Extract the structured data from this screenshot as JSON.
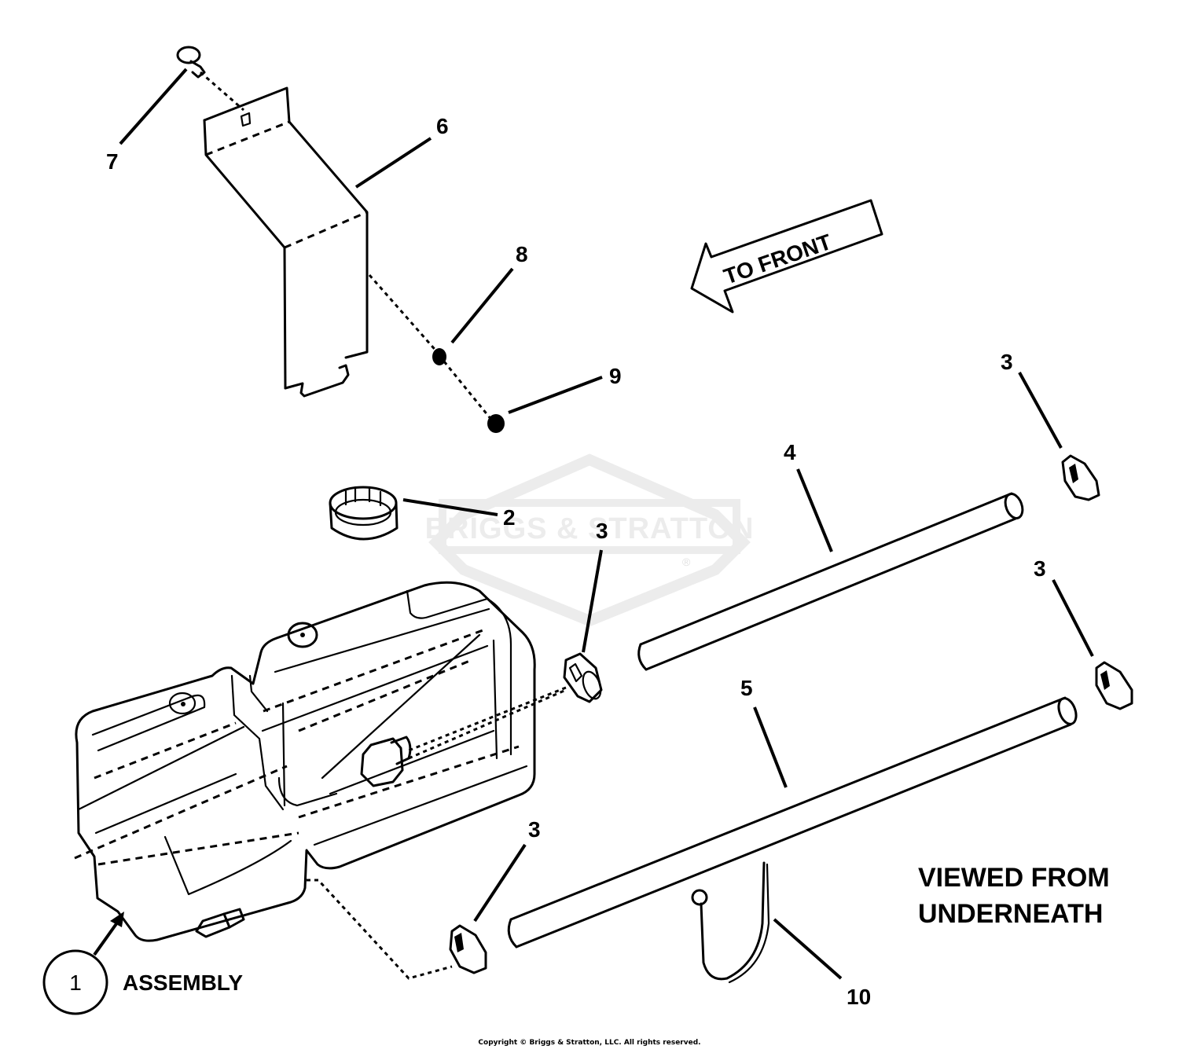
{
  "diagram": {
    "title": "Fuel Tank Assembly Parts Diagram",
    "watermark": {
      "brand": "BRIGGS & STRATTON",
      "registered_mark": "®"
    },
    "direction_arrow": {
      "label": "TO FRONT"
    },
    "view_note": {
      "line1": "VIEWED FROM",
      "line2": "UNDERNEATH"
    },
    "assembly_callout": {
      "number": "1",
      "label": "ASSEMBLY"
    },
    "callouts": [
      {
        "id": "2",
        "part": "fuel cap"
      },
      {
        "id": "3",
        "part": "hose clamp (upper right)"
      },
      {
        "id": "3",
        "part": "hose clamp (right)"
      },
      {
        "id": "3",
        "part": "hose clamp (tank outlet)"
      },
      {
        "id": "3",
        "part": "hose clamp (lower)"
      },
      {
        "id": "4",
        "part": "fuel hose"
      },
      {
        "id": "5",
        "part": "fuel hose"
      },
      {
        "id": "6",
        "part": "bracket"
      },
      {
        "id": "7",
        "part": "bolt"
      },
      {
        "id": "8",
        "part": "washer"
      },
      {
        "id": "9",
        "part": "nut"
      },
      {
        "id": "10",
        "part": "tie strap"
      }
    ],
    "copyright": "Copyright © Briggs & Stratton, LLC. All rights reserved."
  }
}
